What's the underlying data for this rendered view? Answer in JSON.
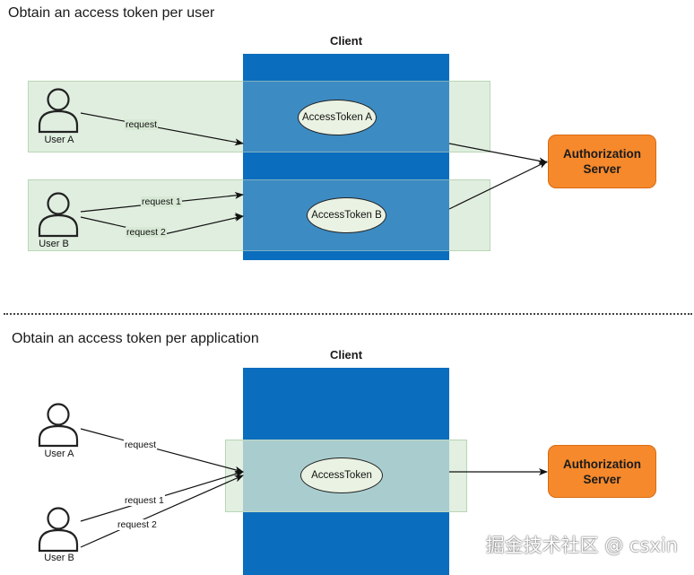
{
  "top": {
    "heading": "Obtain an access token per user",
    "client_title": "Client",
    "user_a": "User A",
    "user_b": "User B",
    "token_a": "AccessToken A",
    "token_b": "AccessToken B",
    "edge_request": "request",
    "edge_request_1": "request 1",
    "edge_request_2": "request 2",
    "auth_server": "Authorization\nServer"
  },
  "bottom": {
    "heading": "Obtain an access token per application",
    "client_title": "Client",
    "user_a": "User A",
    "user_b": "User B",
    "token": "AccessToken",
    "edge_request": "request",
    "edge_request_1": "request 1",
    "edge_request_2": "request 2",
    "auth_server": "Authorization\nServer"
  },
  "watermark": "掘金技术社区 @ csxin",
  "colors": {
    "client": "#0b6dbe",
    "lane": "#d5e8d4",
    "token": "#eaf3e3",
    "auth_server": "#f5892c"
  }
}
